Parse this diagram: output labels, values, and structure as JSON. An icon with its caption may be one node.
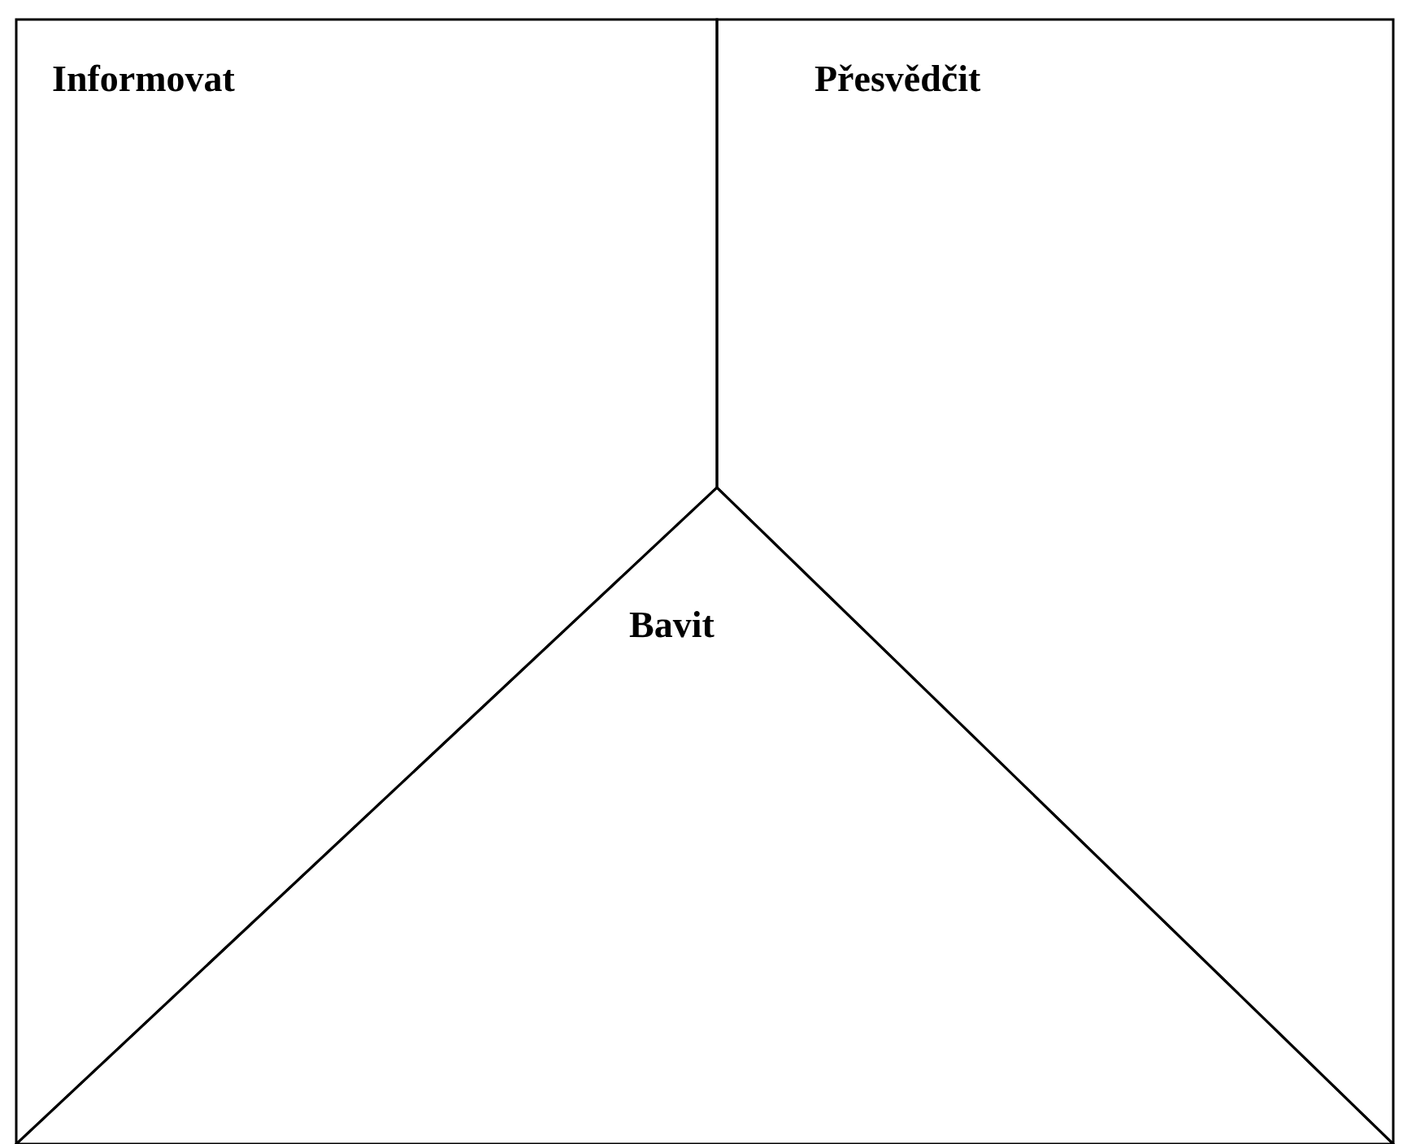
{
  "diagram": {
    "nodes": [
      {
        "text": [
          "Informovat"
        ]
      },
      {
        "text": [
          "Přesvědčit"
        ]
      },
      {
        "text": [
          "Bavit"
        ]
      }
    ]
  }
}
